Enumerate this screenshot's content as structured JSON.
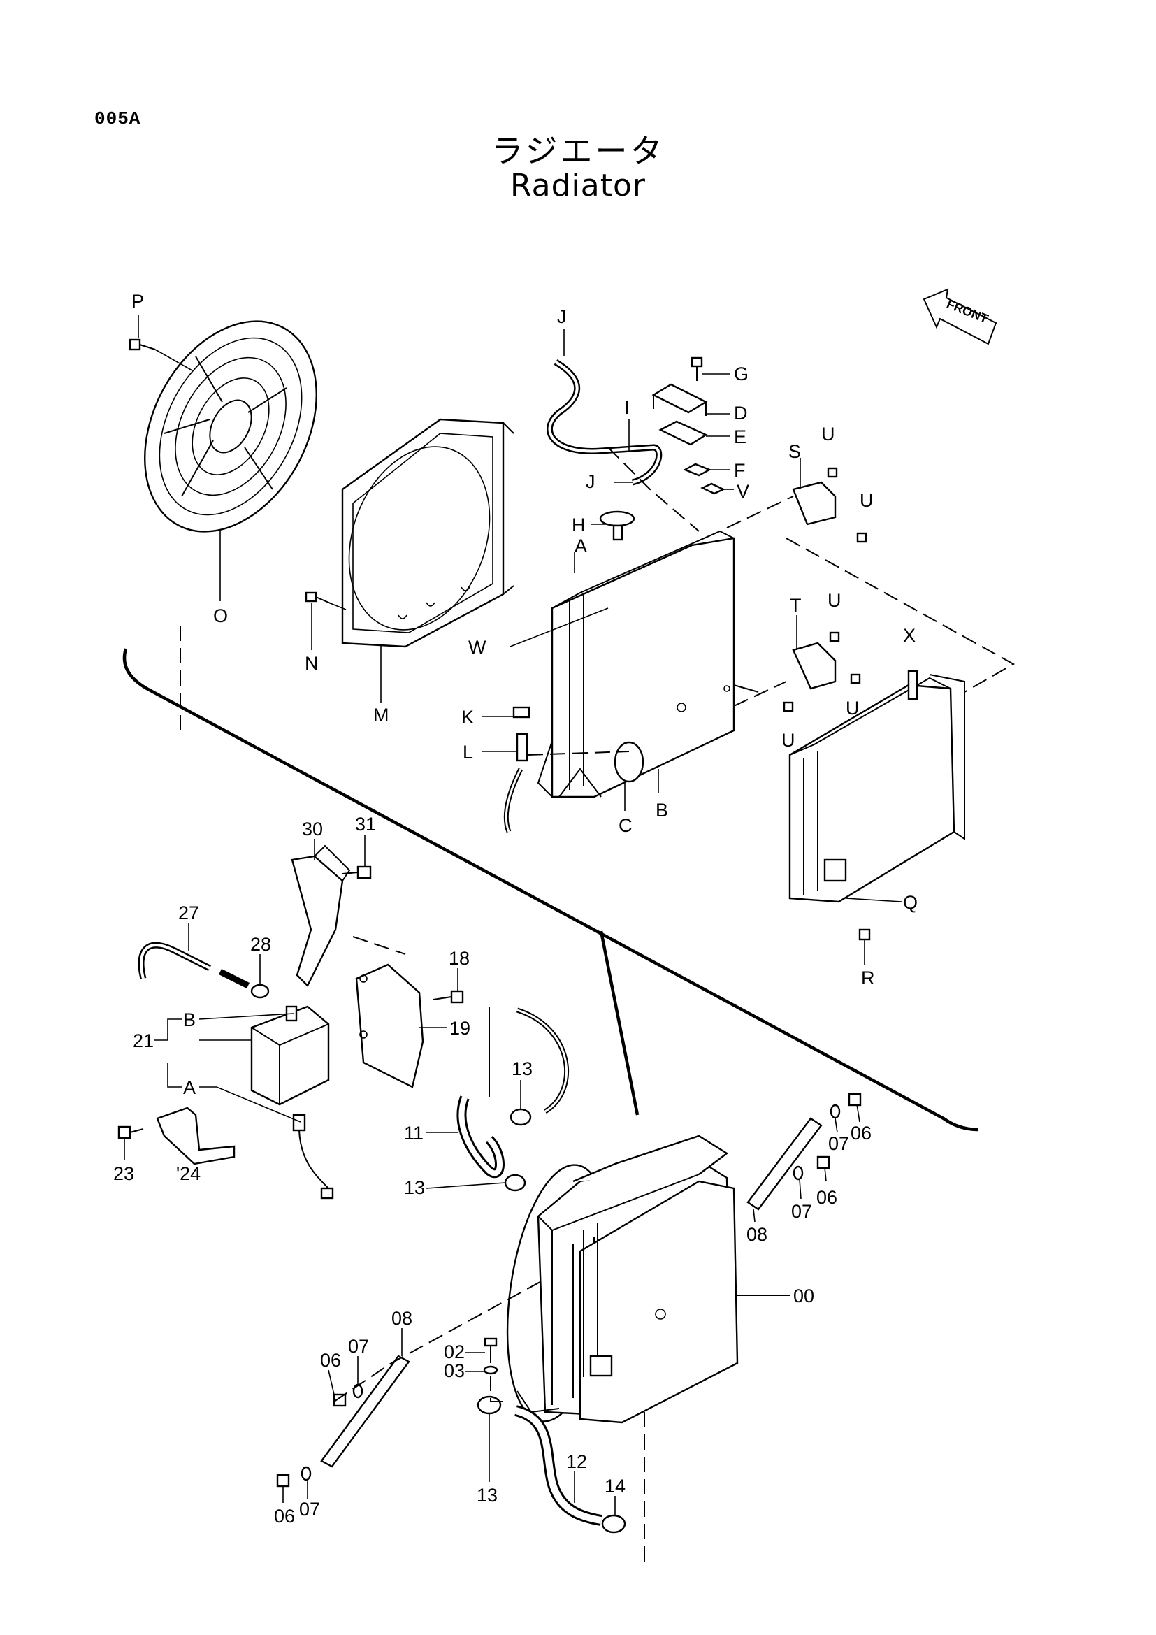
{
  "page_code": "005A",
  "title_jp": "ラジエータ",
  "title_en": "Radiator",
  "front_label": "FRONT",
  "upper_callouts": {
    "P": "P",
    "O": "O",
    "N": "N",
    "M": "M",
    "J1": "J",
    "J2": "J",
    "I": "I",
    "G": "G",
    "D": "D",
    "E": "E",
    "F": "F",
    "V": "V",
    "H": "H",
    "A": "A",
    "W": "W",
    "K": "K",
    "L": "L",
    "C": "C",
    "B": "B",
    "S": "S",
    "U1": "U",
    "U2": "U",
    "U3": "U",
    "U4": "U",
    "U5": "U",
    "T": "T",
    "X": "X",
    "Q": "Q",
    "R": "R"
  },
  "lower_callouts": {
    "p30": "30",
    "p31": "31",
    "p27": "27",
    "p28": "28",
    "p18": "18",
    "p19": "19",
    "p21": "21",
    "sub_B": "B",
    "sub_A": "A",
    "p23": "23",
    "p24": "'24",
    "p11": "11",
    "p13a": "13",
    "p13b": "13",
    "p13c": "13",
    "p07a": "07",
    "p06a": "06",
    "p07b": "07",
    "p06b": "06",
    "p08a": "08",
    "p00": "00",
    "p02": "02",
    "p03": "03",
    "p06c": "06",
    "p07c": "07",
    "p08b": "08",
    "p06d": "06",
    "p07d": "07",
    "p12": "12",
    "p14": "14"
  }
}
